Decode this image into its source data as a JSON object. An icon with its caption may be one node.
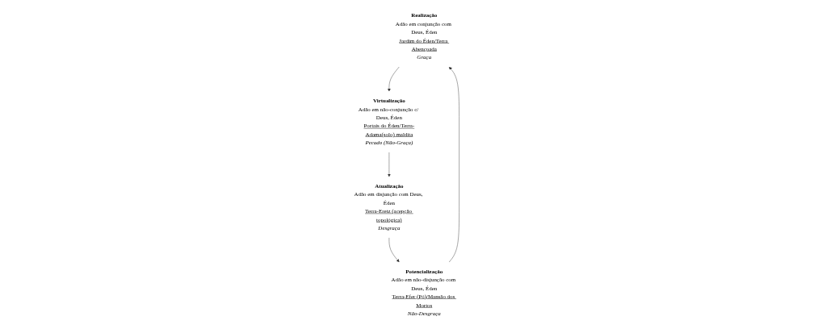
{
  "diagram": {
    "nodes": [
      {
        "text": [
          "Realização",
          "Adão em conjunção com Deus, Éden",
          "Jardim do Éden/Terra Abençoada",
          "Graça"
        ]
      },
      {
        "text": [
          "Atualização",
          "Adão em disjunção com Deus, Éden",
          "Terra-Eretz (acepção topológica)",
          "Desgraça"
        ]
      },
      {
        "text": [
          "Potencialização",
          "Adão em não-disjunção com Deus, Éden",
          "Terra-Efer (Pó)/Mansão dos Mortos",
          "Não-Desgraça"
        ]
      },
      {
        "text": [
          "Virtualização",
          "Adão em não-conjunção c/ Deus, Éden",
          "Portais do Éden/Terra-Adama(solo) maldita",
          "Pecado (Não-Graça)"
        ]
      }
    ],
    "edges": [
      {
        "from": 2,
        "to": 0,
        "arrow": "to"
      },
      {
        "from": 0,
        "to": 3,
        "arrow": "to"
      },
      {
        "from": 1,
        "to": 2,
        "arrow": "to"
      },
      {
        "from": 3,
        "to": 1,
        "arrow": "to"
      }
    ]
  }
}
